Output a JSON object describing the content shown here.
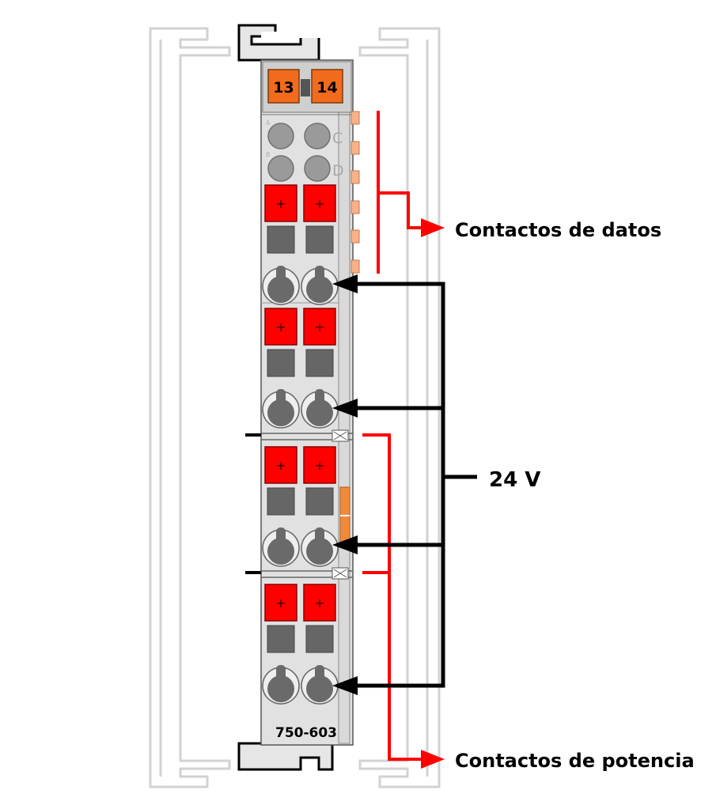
{
  "module": {
    "model": "750-603",
    "terminal_numbers": [
      "13",
      "14"
    ],
    "led_rows": [
      {
        "small": "A",
        "letter": "C"
      },
      {
        "small": "B",
        "letter": "D"
      }
    ],
    "plus_symbol": "+"
  },
  "labels": {
    "data_contacts": "Contactos de datos",
    "voltage": "24 V",
    "power_contacts": "Contactos de potencia"
  },
  "colors": {
    "module_body": "#e0e0e0",
    "terminal_red": "#ff0000",
    "terminal_orange": "#f26b1d",
    "contact_gray": "#666666",
    "bracket_red": "#ff0000",
    "wire_black": "#000000",
    "rail_outline": "#d6d6d6"
  }
}
